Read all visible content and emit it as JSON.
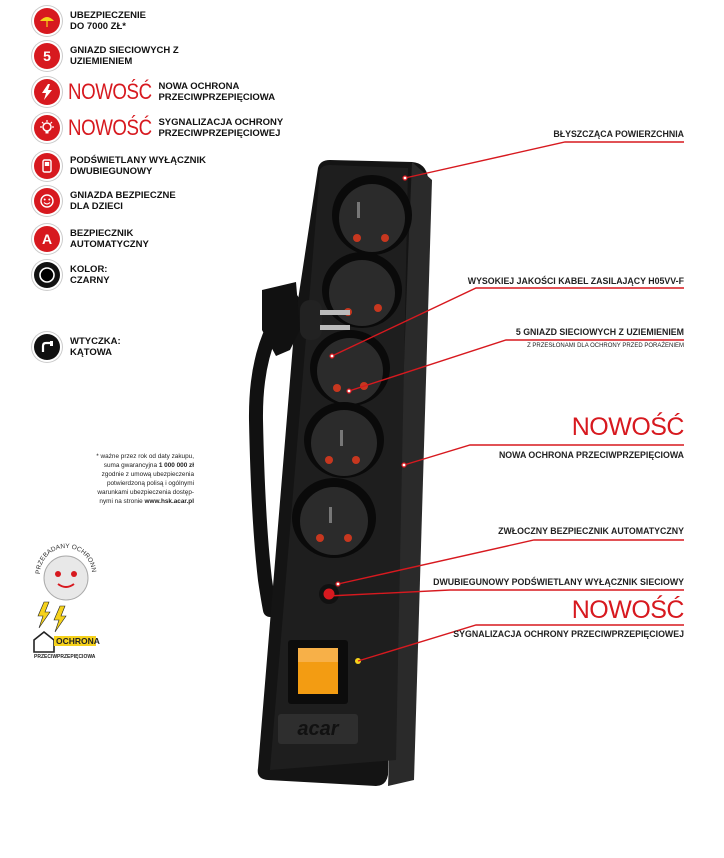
{
  "features": [
    {
      "icon": "umbrella-icon",
      "label": "UBEZPIECZENIE DO 7000 ZŁ*",
      "new": ""
    },
    {
      "icon": "number-5-icon",
      "icon_text": "5",
      "label": "GNIAZD SIECIOWYCH Z UZIEMIENIEM",
      "new": ""
    },
    {
      "icon": "lightning-icon",
      "label": "NOWA OCHRONA PRZECIWPRZEPIĘCIOWA",
      "new": "NOWOŚĆ"
    },
    {
      "icon": "bulb-icon",
      "label": "SYGNALIZACJA OCHRONY PRZECIWPRZEPIĘCIOWEJ",
      "new": "NOWOŚĆ"
    },
    {
      "icon": "power-switch-icon",
      "label": "PODŚWIETLANY WYŁĄCZNIK DWUBIEGUNOWY",
      "new": ""
    },
    {
      "icon": "child-safe-icon",
      "label": "GNIAZDA BEZPIECZNE DLA DZIECI",
      "new": ""
    },
    {
      "icon": "fuse-a-icon",
      "icon_text": "A",
      "label": "BEZPIECZNIK AUTOMATYCZNY",
      "new": ""
    },
    {
      "icon": "color-black-icon",
      "label": "KOLOR: CZARNY",
      "new": ""
    },
    {
      "icon": "angled-plug-icon",
      "label": "WTYCZKA: KĄTOWA",
      "new": ""
    }
  ],
  "note": {
    "line1": "* ważne przez rok od daty zakupu,",
    "line2_pre": "suma gwarancyjna ",
    "line2_bold": "1 000 000 zł",
    "line3": "zgodnie z umową ubezpieczenia",
    "line4": "potwierdzoną polisą i ogólnymi",
    "line5": "warunkami ubezpieczenia dostęp-",
    "line6_pre": "nymi na stronie ",
    "line6_bold": "www.hsk.acar.pl"
  },
  "badges": {
    "tested": "PRZEBADANY OCHRONNE",
    "protection_main": "OCHRONA",
    "protection_sub": "PRZECIWPRZEPIĘCIOWA"
  },
  "callouts": {
    "shiny": "BŁYSZCZĄCA POWIERZCHNIA",
    "cable": "WYSOKIEJ JAKOŚCI KABEL ZASILAJĄCY H05VV-F",
    "sockets": "5 GNIAZD SIECIOWYCH Z UZIEMIENIEM",
    "sockets_sub": "Z PRZESŁONAMI DLA OCHRONY PRZED PORAŻENIEM",
    "new1": "NOWOŚĆ",
    "surge": "NOWA OCHRONA PRZECIWPRZEPIĘCIOWA",
    "fuse": "ZWŁOCZNY BEZPIECZNIK AUTOMATYCZNY",
    "switch": "DWUBIEGUNOWY PODŚWIETLANY WYŁĄCZNIK SIECIOWY",
    "new2": "NOWOŚĆ",
    "signal": "SYGNALIZACJA OCHRONY PRZECIWPRZEPIĘCIOWEJ"
  },
  "product": {
    "brand": "acar",
    "switch_color": "#f39c12",
    "body_color": "#1a1a1a"
  },
  "colors": {
    "accent": "#d7191f"
  }
}
